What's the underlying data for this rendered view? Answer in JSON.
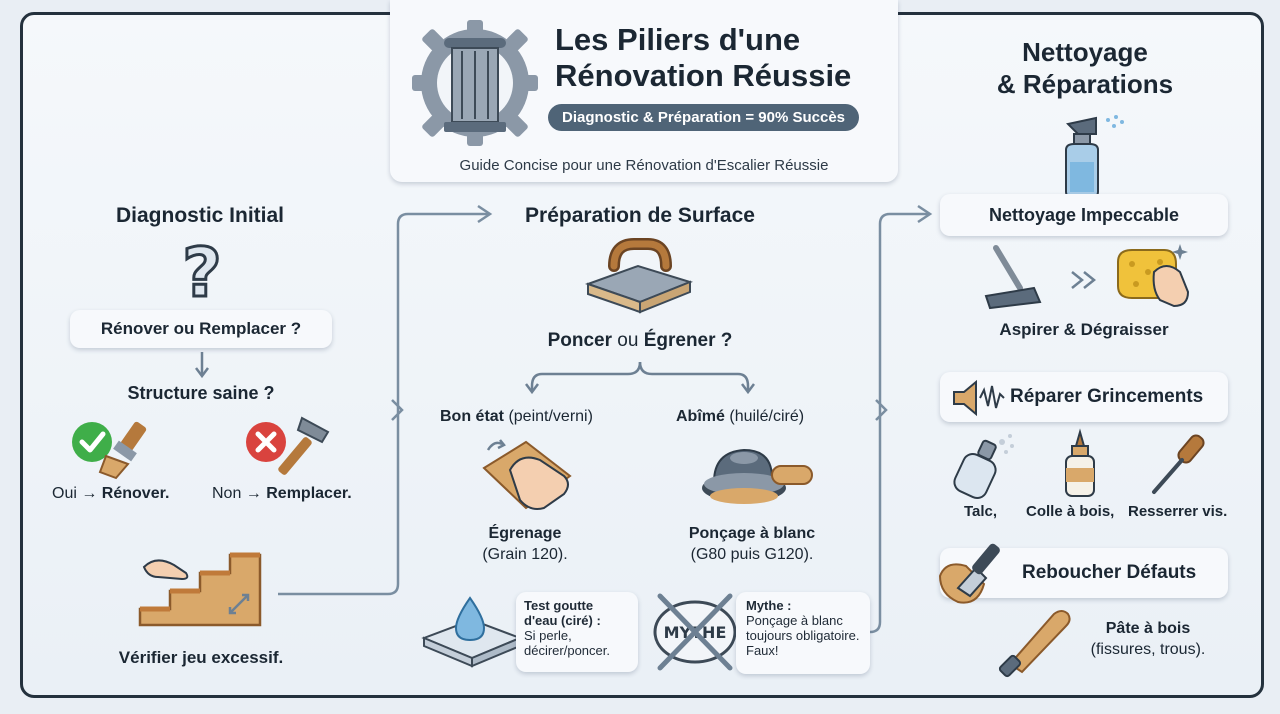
{
  "header": {
    "title_line1": "Les Piliers d'une",
    "title_line2": "Rénovation Réussie",
    "badge": "Diagnostic & Préparation = 90% Succès",
    "subtitle": "Guide Concise pour une Rénovation d'Escalier Réussie"
  },
  "diagnostic": {
    "title": "Diagnostic Initial",
    "question": "Rénover ou Remplacer ?",
    "structure": "Structure saine ?",
    "yes_prefix": "Oui →",
    "yes_action": "Rénover.",
    "no_prefix": "Non →",
    "no_action": "Remplacer.",
    "check": "Vérifier jeu excessif."
  },
  "preparation": {
    "title": "Préparation de Surface",
    "question_a": "Poncer",
    "question_or": "ou",
    "question_b": "Égrener ?",
    "left_head_bold": "Bon état",
    "left_head_rest": "(peint/verni)",
    "right_head_bold": "Abîmé",
    "right_head_rest": "(huilé/ciré)",
    "left_title": "Égrenage",
    "left_sub": "(Grain 120).",
    "right_title": "Ponçage à blanc",
    "right_sub": "(G80 puis G120).",
    "tip_title": "Test goutte d'eau (ciré) :",
    "tip_text": "Si perle, décirer/poncer.",
    "myth_icon": "MYTHE",
    "myth_title": "Mythe :",
    "myth_text": "Ponçage à blanc toujours obligatoire. Faux!"
  },
  "cleaning": {
    "title_line1": "Nettoyage",
    "title_line2": "& Réparations",
    "clean_title": "Nettoyage Impeccable",
    "clean_text": "Aspirer & Dégraisser",
    "squeak_title": "Réparer Grincements",
    "tool_1": "Talc,",
    "tool_2": "Colle à bois,",
    "tool_3": "Resserrer vis.",
    "fill_title": "Reboucher Défauts",
    "fill_text_1": "Pâte à bois",
    "fill_text_2": "(fissures, trous)."
  },
  "colors": {
    "frame": "#24313d",
    "badge": "#4f6477",
    "wood": "#d9a86a",
    "check": "#3fae49",
    "cross": "#d9433e",
    "arrow": "#6d8093"
  }
}
